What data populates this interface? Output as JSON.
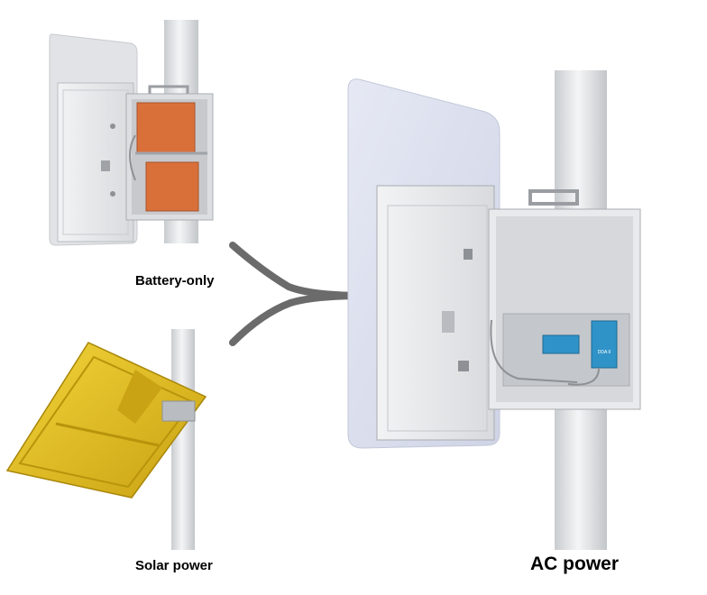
{
  "labels": {
    "battery_only": "Battery-only",
    "solar_power": "Solar power",
    "ac_power": "AC power"
  },
  "device_text": "DDA II",
  "colors": {
    "battery": "#d9703a",
    "solar_panel": "#e8c21f",
    "arrow": "#6b6b6b",
    "panel_blue": "#dfe3f0",
    "module_blue": "#2f93c8",
    "enclosure": "#e9eaec"
  }
}
